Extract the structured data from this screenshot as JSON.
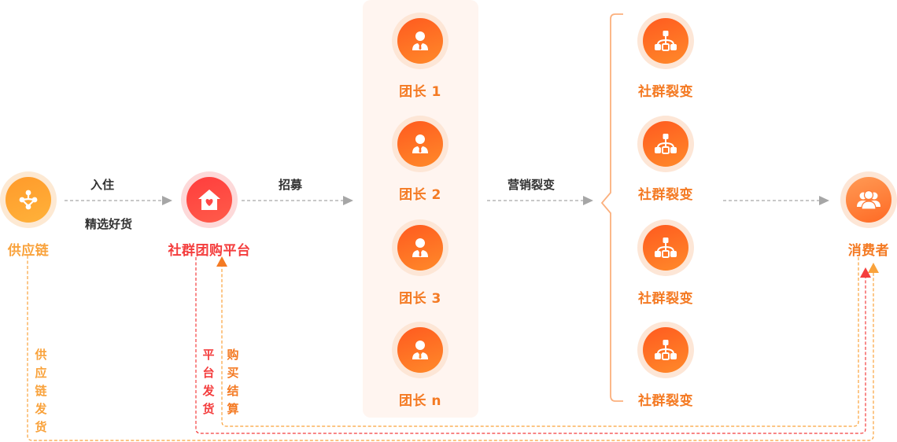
{
  "colors": {
    "orange": "#f47a23",
    "yellow": "#f9a23b",
    "red": "#f43e3e",
    "gray_arrow": "#a6a6a6",
    "panel_bg": "#fff5f0",
    "bracket": "#fbb07e"
  },
  "nodes": {
    "supply_chain": {
      "label": "供应链",
      "icon": "network-nodes-icon"
    },
    "platform": {
      "label": "社群团购平台",
      "icon": "house-heart-icon"
    },
    "consumer": {
      "label": "消费者",
      "icon": "users-group-icon"
    }
  },
  "leaders": [
    {
      "label": "团长 1",
      "icon": "person-tie-icon"
    },
    {
      "label": "团长 2",
      "icon": "person-tie-icon"
    },
    {
      "label": "团长 3",
      "icon": "person-tie-icon"
    },
    {
      "label": "团长 n",
      "icon": "person-tie-icon"
    }
  ],
  "fissions": [
    {
      "label": "社群裂变",
      "icon": "hierarchy-icon"
    },
    {
      "label": "社群裂变",
      "icon": "hierarchy-icon"
    },
    {
      "label": "社群裂变",
      "icon": "hierarchy-icon"
    },
    {
      "label": "社群裂变",
      "icon": "hierarchy-icon"
    }
  ],
  "edges": {
    "supply_to_platform_top": "入住",
    "supply_to_platform_bottom": "精选好货",
    "platform_to_leaders": "招募",
    "leaders_to_fission": "营销裂变"
  },
  "return_flows": {
    "supply_shipping": "供应链发货",
    "platform_shipping": "平台发货",
    "purchase_settlement": "购买结算"
  }
}
